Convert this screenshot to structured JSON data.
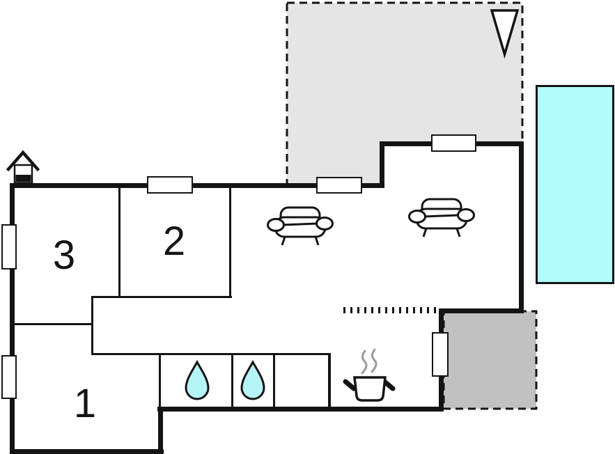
{
  "floorplan": {
    "rooms": [
      {
        "label": "1"
      },
      {
        "label": "2"
      },
      {
        "label": "3"
      }
    ],
    "colors": {
      "wall": "#141414",
      "pool": "#b2fcfc",
      "drop": "#b6f4f6",
      "terrace_upper": "#e5e5e5",
      "terrace_lower": "#c1c1c1",
      "steam": "#999999"
    },
    "icons": {
      "north_arrow": "north-arrow-icon",
      "well": "well-house-icon",
      "sofa": "sofa-icon",
      "stove": "stove-pot-icon",
      "water_drop": "water-drop-icon"
    },
    "areas": {
      "pool": "swimming-pool",
      "terrace_upper": "upper-terrace",
      "terrace_lower": "lower-terrace",
      "kitchen_divider": "dotted-divider"
    }
  }
}
